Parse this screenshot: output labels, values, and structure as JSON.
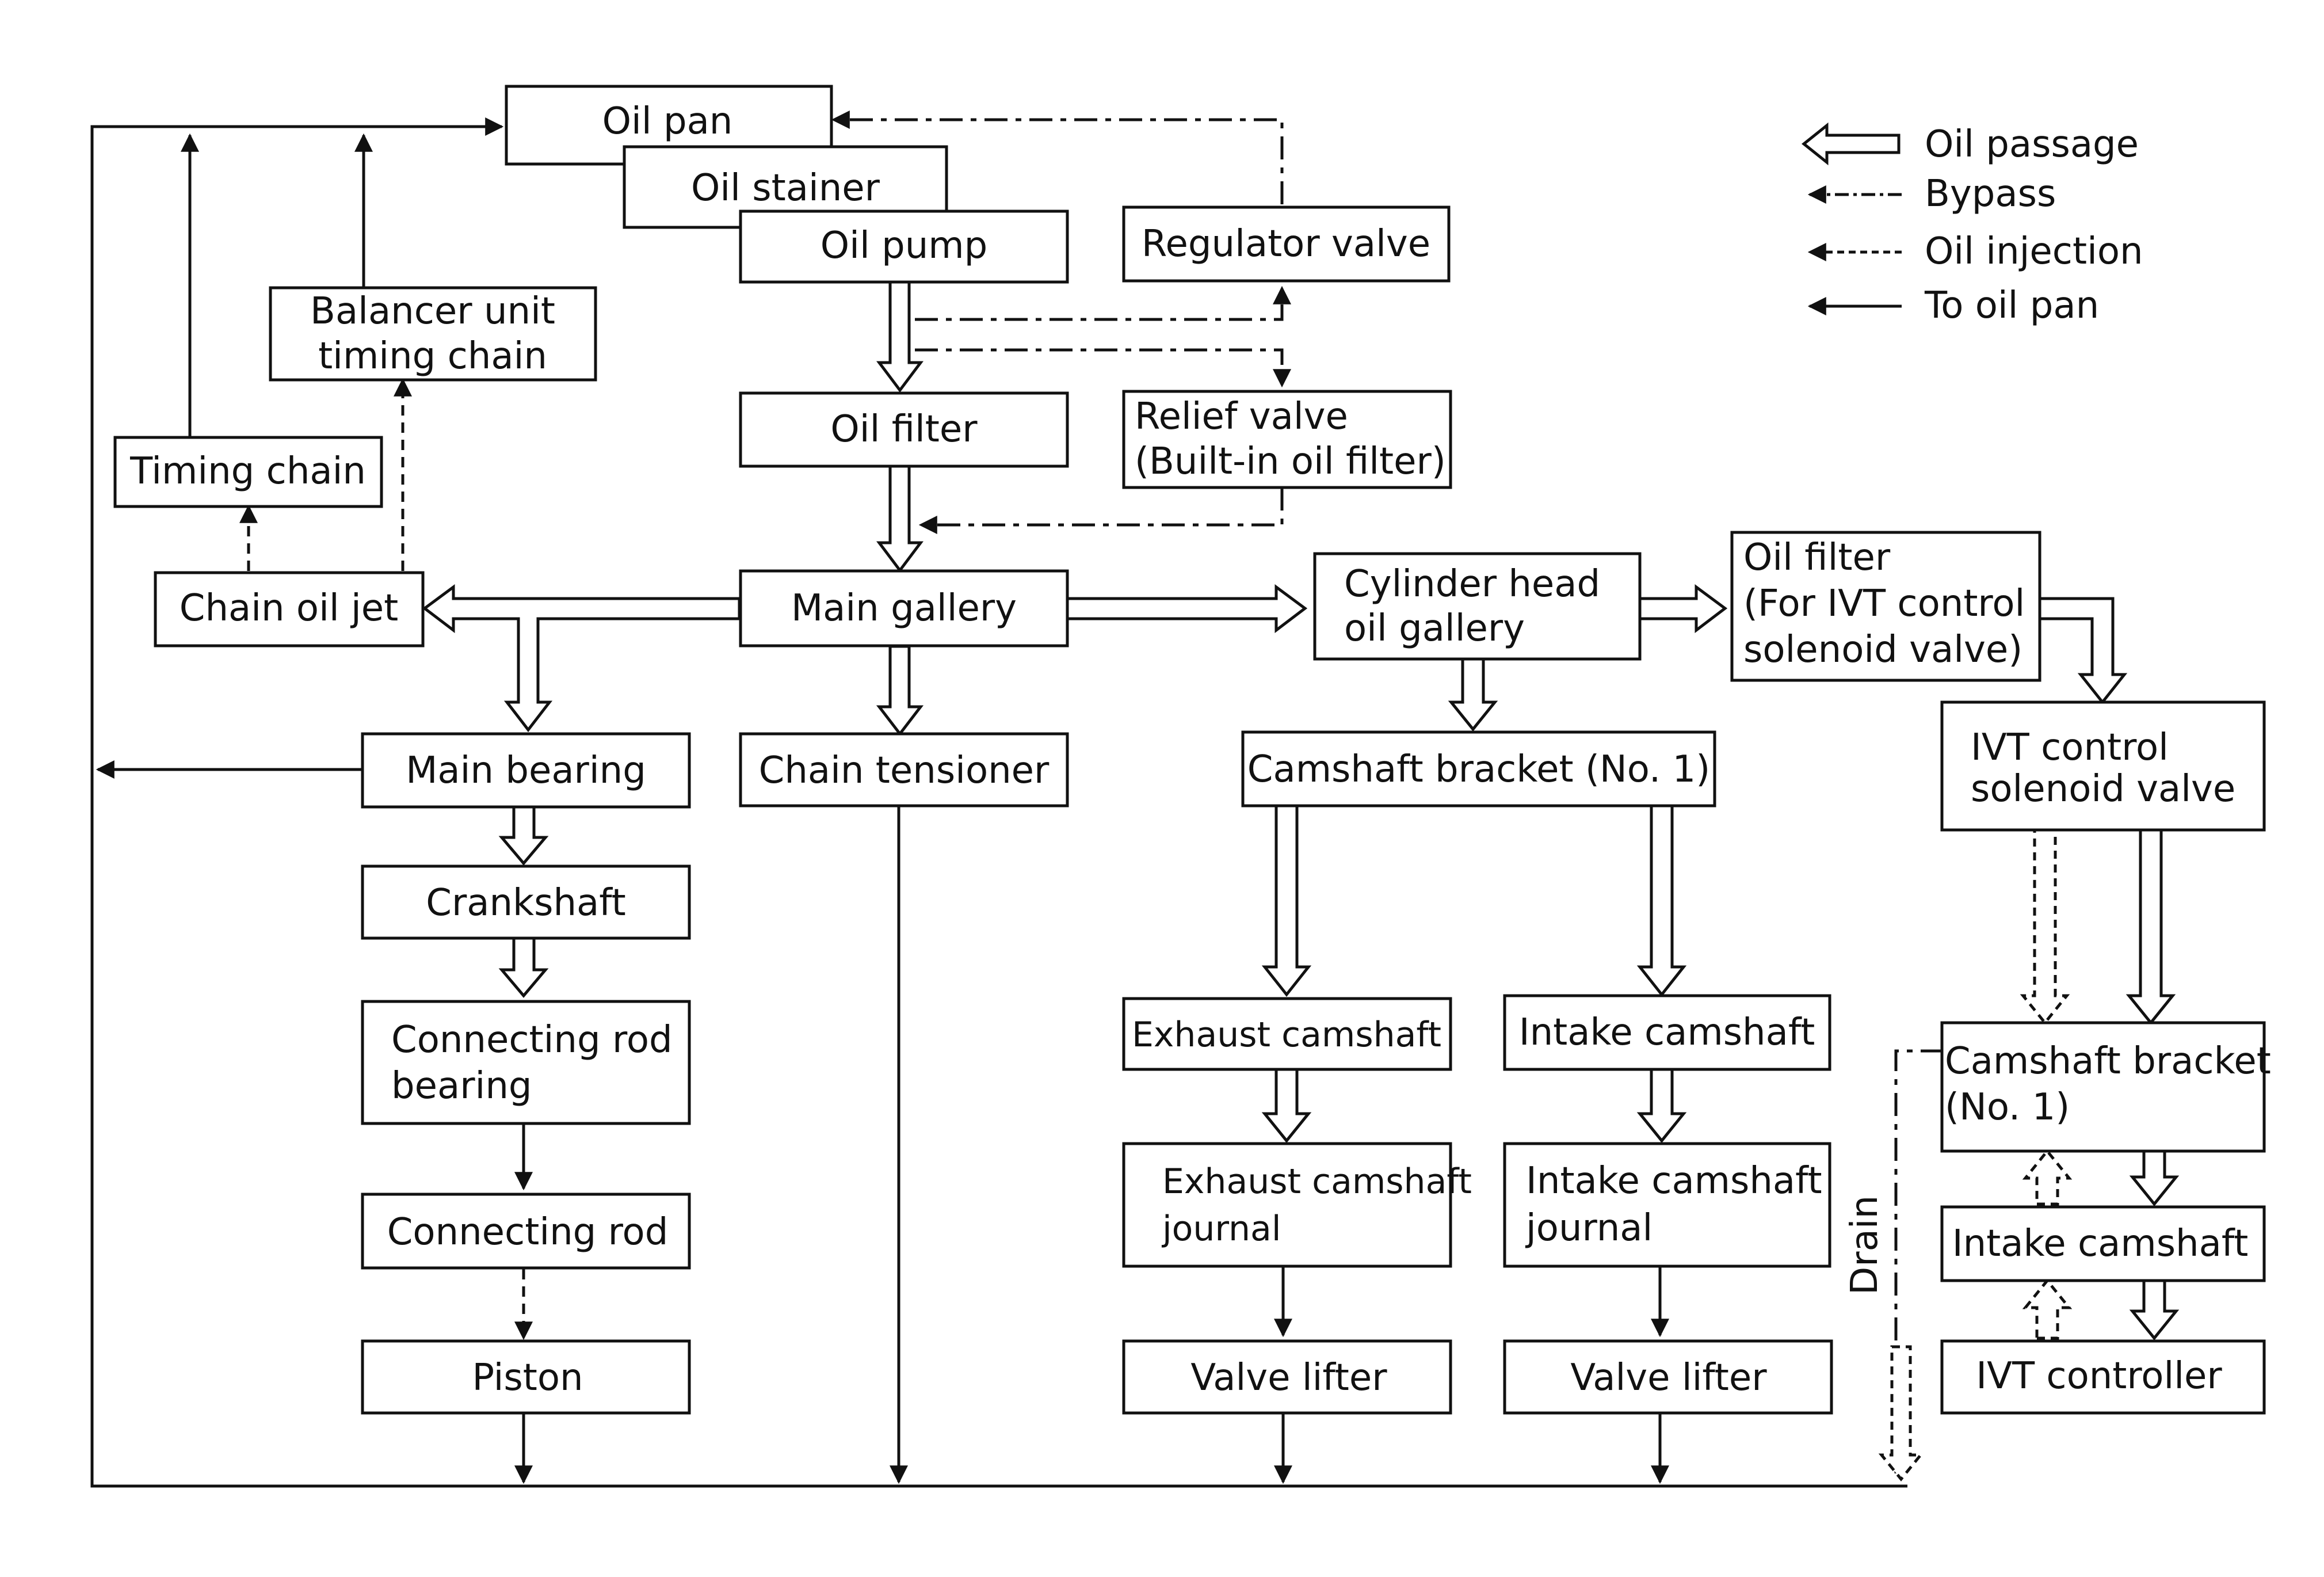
{
  "boxes": {
    "oil_pan": "Oil pan",
    "oil_strainer": "Oil stainer",
    "oil_pump": "Oil pump",
    "regulator_valve": "Regulator valve",
    "balancer_unit_line1": "Balancer unit",
    "balancer_unit_line2": "timing chain",
    "oil_filter": "Oil filter",
    "relief_valve_line1": "Relief valve",
    "relief_valve_line2": "(Built-in oil filter)",
    "timing_chain": "Timing chain",
    "chain_oil_jet": "Chain oil jet",
    "main_gallery": "Main gallery",
    "cyl_head_line1": "Cylinder head",
    "cyl_head_line2": "oil gallery",
    "ivt_filter_line1": "Oil filter",
    "ivt_filter_line2": "(For IVT control",
    "ivt_filter_line3": "solenoid valve)",
    "main_bearing": "Main bearing",
    "chain_tensioner": "Chain tensioner",
    "camshaft_bracket_no1": "Camshaft bracket (No. 1)",
    "ivt_solenoid_line1": "IVT control",
    "ivt_solenoid_line2": "solenoid valve",
    "crankshaft": "Crankshaft",
    "conrod_bearing_line1": "Connecting rod",
    "conrod_bearing_line2": "bearing",
    "connecting_rod": "Connecting rod",
    "piston": "Piston",
    "exhaust_camshaft": "Exhaust camshaft",
    "intake_camshaft": "Intake camshaft",
    "exhaust_journal_line1": "Exhaust camshaft",
    "exhaust_journal_line2": "journal",
    "intake_journal_line1": "Intake camshaft",
    "intake_journal_line2": "journal",
    "valve_lifter_exhaust": "Valve lifter",
    "valve_lifter_intake": "Valve lifter",
    "cam_bracket_right_line1": "Camshaft bracket",
    "cam_bracket_right_line2": "(No. 1)",
    "intake_camshaft_right": "Intake camshaft",
    "ivt_controller": "IVT controller"
  },
  "drain_label": "Drain",
  "legend": {
    "oil_passage": "Oil passage",
    "bypass": "Bypass",
    "oil_injection": "Oil injection",
    "to_oil_pan": "To oil pan"
  }
}
